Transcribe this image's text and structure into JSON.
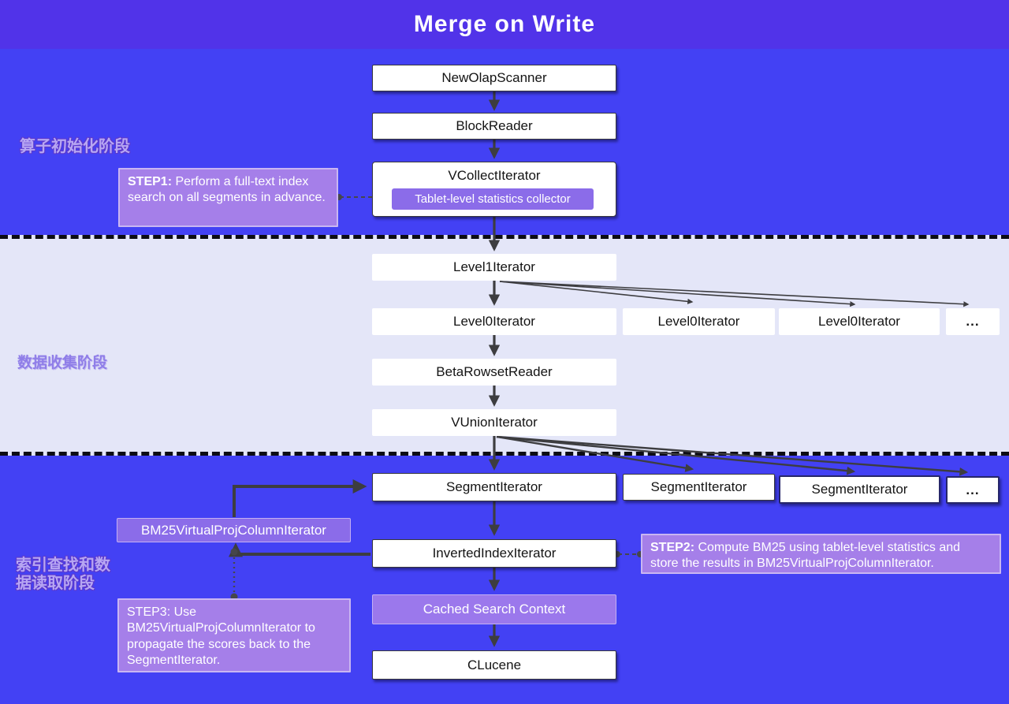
{
  "title": "Merge on Write",
  "phases": {
    "init": "算子初始化阶段",
    "collect": "数据收集阶段",
    "index_read": "索引查找和数据读取阶段"
  },
  "nodes": {
    "new_olap_scanner": "NewOlapScanner",
    "block_reader": "BlockReader",
    "vcollect_iterator": "VCollectIterator",
    "tablet_collector": "Tablet-level statistics collector",
    "level1_iterator": "Level1Iterator",
    "level0_iterators": [
      "Level0Iterator",
      "Level0Iterator",
      "Level0Iterator",
      "..."
    ],
    "beta_rowset_reader": "BetaRowsetReader",
    "vunion_iterator": "VUnionIterator",
    "segment_iterators": [
      "SegmentIterator",
      "SegmentIterator",
      "SegmentIterator",
      "..."
    ],
    "bm25_iterator": "BM25VirtualProjColumnIterator",
    "inverted_index_iterator": "InvertedIndexIterator",
    "cached_search_context": "Cached Search Context",
    "clucene": "CLucene"
  },
  "steps": [
    {
      "label": "STEP1:",
      "text": " Perform a full-text index search on all segments in advance."
    },
    {
      "label": "STEP2:",
      "text": " Compute BM25 using tablet-level statistics and store the results in BM25VirtualProjColumnIterator."
    },
    {
      "label": "STEP3:",
      "text": " Use BM25VirtualProjColumnIterator to propagate the scores back to the SegmentIterator."
    }
  ],
  "colors": {
    "header_bg": "#5133e9",
    "band_blue": "#4341f4",
    "band_light": "#e4e6f8",
    "purple_box": "#9b78ec",
    "inner_purple": "#8b6ce9",
    "step_bg": "#a57fe9",
    "arrow": "#3d3d40",
    "dash_line": "#0c0c14"
  }
}
